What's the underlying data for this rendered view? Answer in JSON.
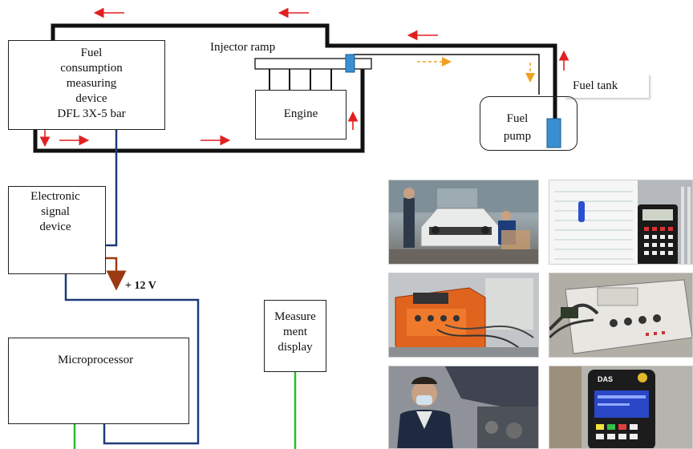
{
  "labels": {
    "fuel_meter": [
      "Fuel",
      "consumption",
      "measuring",
      "device",
      "DFL 3X-5 bar"
    ],
    "injector_ramp": "Injector ramp",
    "engine": "Engine",
    "fuel_tank": "Fuel tank",
    "fuel_pump": [
      "Fuel",
      "pump"
    ],
    "signal_device": [
      "Electronic",
      "signal",
      "device"
    ],
    "voltage": "+ 12 V",
    "microprocessor": "Microprocessor",
    "display": [
      "Measure",
      "ment",
      "display"
    ],
    "das_screen": "DAS"
  },
  "colors": {
    "fuel_line": "#111111",
    "return_line": "#111111",
    "flow_arrow": "#e02020",
    "dashed_arrow": "#f0a020",
    "signal_wire": "#1f3a7a",
    "power_wire": "#9b3a12",
    "data_wire": "#22c02a",
    "injector": "#3a8fd0"
  },
  "photos": [
    {
      "name": "photo-car-test",
      "subject": "car with open hood"
    },
    {
      "name": "photo-data-sheet",
      "subject": "data sheet and meter"
    },
    {
      "name": "photo-orange-instrument",
      "subject": "orange measuring case"
    },
    {
      "name": "photo-test-panel",
      "subject": "measurement panel"
    },
    {
      "name": "photo-technician",
      "subject": "technician at engine"
    },
    {
      "name": "photo-das-handheld",
      "subject": "DAS handheld device"
    }
  ]
}
